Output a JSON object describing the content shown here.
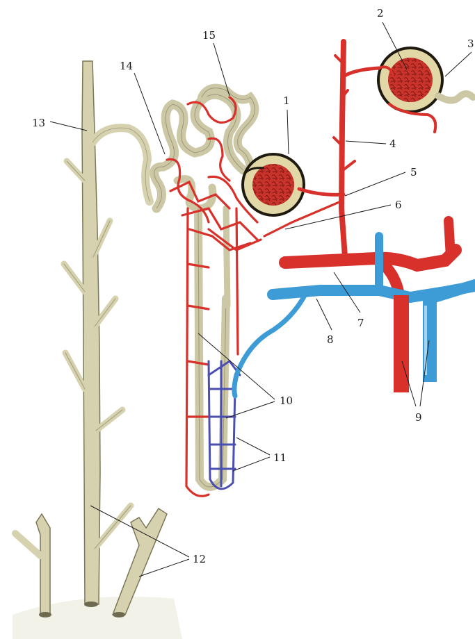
{
  "figure": {
    "labels": {
      "l1": "1",
      "l2": "2",
      "l3": "3",
      "l4": "4",
      "l5": "5",
      "l6": "6",
      "l7": "7",
      "l8": "8",
      "l9": "9",
      "l10": "10",
      "l11": "11",
      "l12": "12",
      "l13": "13",
      "l14": "14",
      "l15": "15"
    },
    "colors": {
      "artery": "#d8302a",
      "artery_dark": "#a11b18",
      "vein": "#3d9bd6",
      "vein_light": "#a8d4ee",
      "capillary_venous": "#4a4fb0",
      "tubule": "#ccc8a6",
      "tubule_edge": "#6d6a50",
      "capsule": "#b89b4a",
      "glomerulus": "#c8342c"
    }
  }
}
